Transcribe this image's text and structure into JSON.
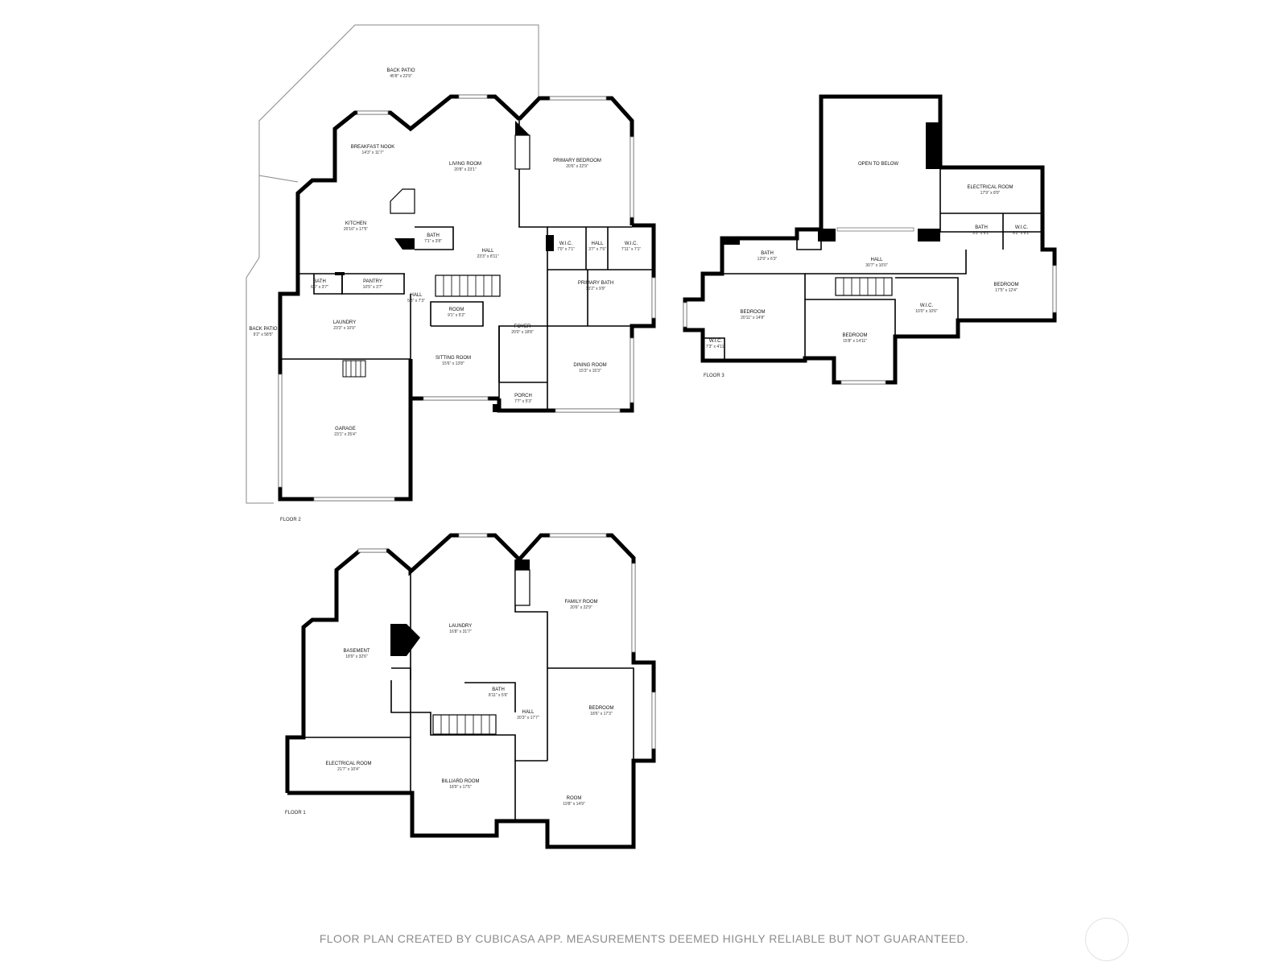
{
  "floors": [
    {
      "label": "FLOOR 2",
      "rooms": [
        {
          "id": "back-patio-large",
          "name": "BACK PATIO",
          "dim": "45'8\" x 22'9\""
        },
        {
          "id": "breakfast-nook",
          "name": "BREAKFAST NOOK",
          "dim": "14'3\" x 11'7\""
        },
        {
          "id": "living-room",
          "name": "LIVING ROOM",
          "dim": "20'8\" x 23'1\""
        },
        {
          "id": "primary-bedroom",
          "name": "PRIMARY BEDROOM",
          "dim": "20'6\" x 22'9\""
        },
        {
          "id": "kitchen",
          "name": "KITCHEN",
          "dim": "20'10\" x 17'5\""
        },
        {
          "id": "bath-a",
          "name": "BATH",
          "dim": "7'1\" x 3'8\""
        },
        {
          "id": "hall-main",
          "name": "HALL",
          "dim": "23'3\" x 8'11\""
        },
        {
          "id": "wic-a",
          "name": "W.I.C.",
          "dim": "7'0\" x 7'1\""
        },
        {
          "id": "hall-small",
          "name": "HALL",
          "dim": "3'7\" x 7'5\""
        },
        {
          "id": "wic-b",
          "name": "W.I.C.",
          "dim": "7'11\" x 7'1\""
        },
        {
          "id": "bath-b",
          "name": "BATH",
          "dim": "6'0\" x 3'7\""
        },
        {
          "id": "pantry",
          "name": "PANTRY",
          "dim": "10'5\" x 3'7\""
        },
        {
          "id": "hall-c",
          "name": "HALL",
          "dim": "5'8\" x 7'3\""
        },
        {
          "id": "room",
          "name": "ROOM",
          "dim": "9'1\" x 5'2\""
        },
        {
          "id": "primary-bath",
          "name": "PRIMARY BATH",
          "dim": "13'2\" x 9'9\""
        },
        {
          "id": "back-patio-small",
          "name": "BACK PATIO",
          "dim": "9'2\" x 58'5\""
        },
        {
          "id": "laundry",
          "name": "LAUNDRY",
          "dim": "23'3\" x 10'9\""
        },
        {
          "id": "foyer",
          "name": "FOYER",
          "dim": "20'0\" x 18'8\""
        },
        {
          "id": "sitting-room",
          "name": "SITTING ROOM",
          "dim": "15'6\" x 13'8\""
        },
        {
          "id": "dining-room",
          "name": "DINING ROOM",
          "dim": "15'3\" x 15'3\""
        },
        {
          "id": "porch",
          "name": "PORCH",
          "dim": "7'7\" x 5'3\""
        },
        {
          "id": "garage",
          "name": "GARAGE",
          "dim": "23'1\" x 25'4\""
        }
      ]
    },
    {
      "label": "FLOOR 3",
      "rooms": [
        {
          "id": "open-to-below",
          "name": "OPEN TO BELOW",
          "dim": ""
        },
        {
          "id": "electrical-room-3",
          "name": "ELECTRICAL ROOM",
          "dim": "17'9\" x 8'0\""
        },
        {
          "id": "bath-3a",
          "name": "BATH",
          "dim": "12'9\" x 6'3\""
        },
        {
          "id": "bath-3b",
          "name": "BATH",
          "dim": "9'3\" x 6'2\""
        },
        {
          "id": "wic-3a",
          "name": "W.I.C.",
          "dim": "6'2\" x 6'2\""
        },
        {
          "id": "hall-3",
          "name": "HALL",
          "dim": "30'7\" x 10'0\""
        },
        {
          "id": "bedroom-3a",
          "name": "BEDROOM",
          "dim": "20'11\" x 14'8\""
        },
        {
          "id": "wic-3b",
          "name": "W.I.C.",
          "dim": "10'0\" x 10'6\""
        },
        {
          "id": "bedroom-3b",
          "name": "BEDROOM",
          "dim": "17'5\" x 12'4\""
        },
        {
          "id": "bedroom-3c",
          "name": "BEDROOM",
          "dim": "15'8\" x 14'11\""
        },
        {
          "id": "wic-3c",
          "name": "W.I.C.",
          "dim": "7'3\" x 4'11\""
        }
      ]
    },
    {
      "label": "FLOOR 1",
      "rooms": [
        {
          "id": "laundry-1",
          "name": "LAUNDRY",
          "dim": "16'8\" x 31'7\""
        },
        {
          "id": "family-room",
          "name": "FAMILY ROOM",
          "dim": "20'6\" x 22'9\""
        },
        {
          "id": "basement",
          "name": "BASEMENT",
          "dim": "18'9\" x 32'6\""
        },
        {
          "id": "bath-1",
          "name": "BATH",
          "dim": "8'11\" x 5'6\""
        },
        {
          "id": "hall-1",
          "name": "HALL",
          "dim": "20'3\" x 17'7\""
        },
        {
          "id": "bedroom-1",
          "name": "BEDROOM",
          "dim": "18'6\" x 17'3\""
        },
        {
          "id": "electrical-room-1",
          "name": "ELECTRICAL ROOM",
          "dim": "21'7\" x 10'4\""
        },
        {
          "id": "billiard-room",
          "name": "BILLIARD ROOM",
          "dim": "18'9\" x 17'5\""
        },
        {
          "id": "room-1",
          "name": "ROOM",
          "dim": "19'8\" x 14'9\""
        }
      ]
    }
  ],
  "footer": {
    "text": "FLOOR PLAN CREATED BY CUBICASA APP. MEASUREMENTS DEEMED HIGHLY RELIABLE BUT NOT GUARANTEED."
  }
}
